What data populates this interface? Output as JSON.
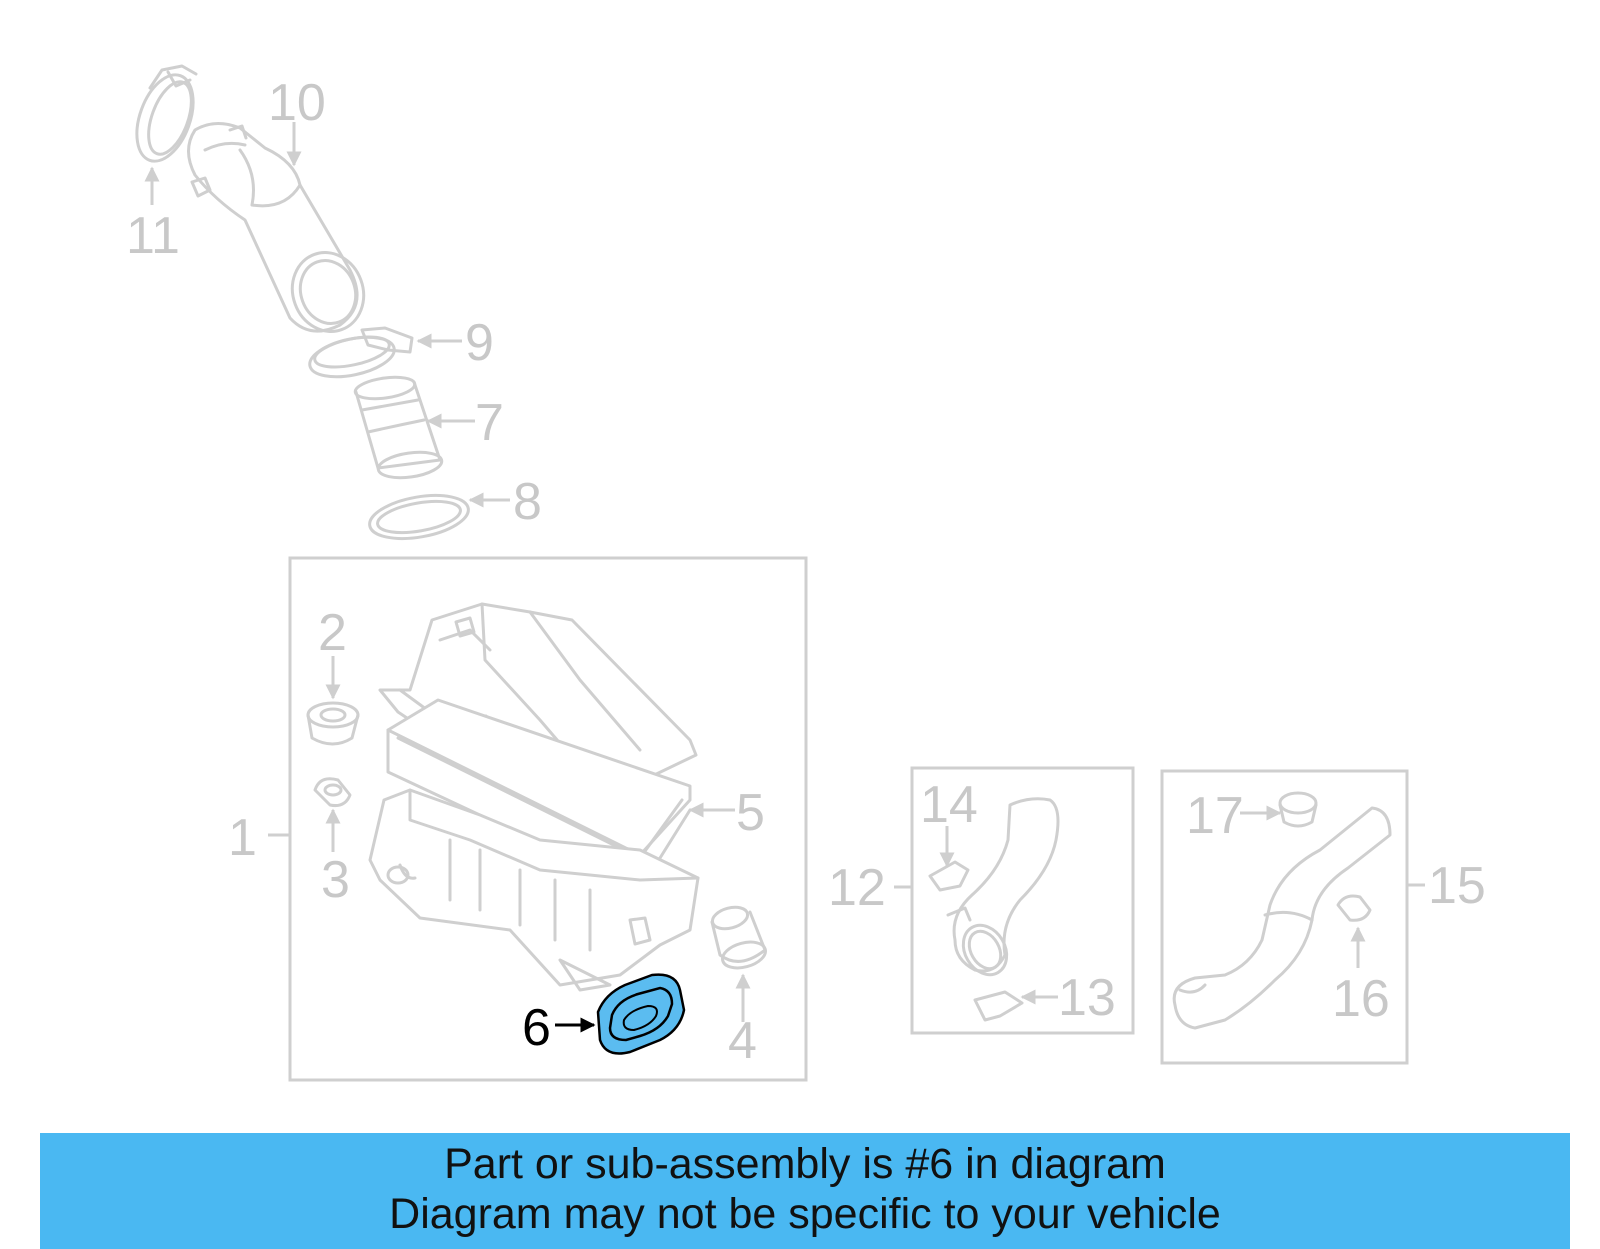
{
  "diagram": {
    "highlight_color": "#5bbcf0",
    "callouts": {
      "c1": "1",
      "c2": "2",
      "c3": "3",
      "c4": "4",
      "c5": "5",
      "c6": "6",
      "c7": "7",
      "c8": "8",
      "c9": "9",
      "c10": "10",
      "c11": "11",
      "c12": "12",
      "c13": "13",
      "c14": "14",
      "c15": "15",
      "c16": "16",
      "c17": "17"
    }
  },
  "banner": {
    "line1": "Part or sub-assembly is #6 in diagram",
    "line2": "Diagram may not be specific to your vehicle",
    "background": "#4ab8f2"
  }
}
